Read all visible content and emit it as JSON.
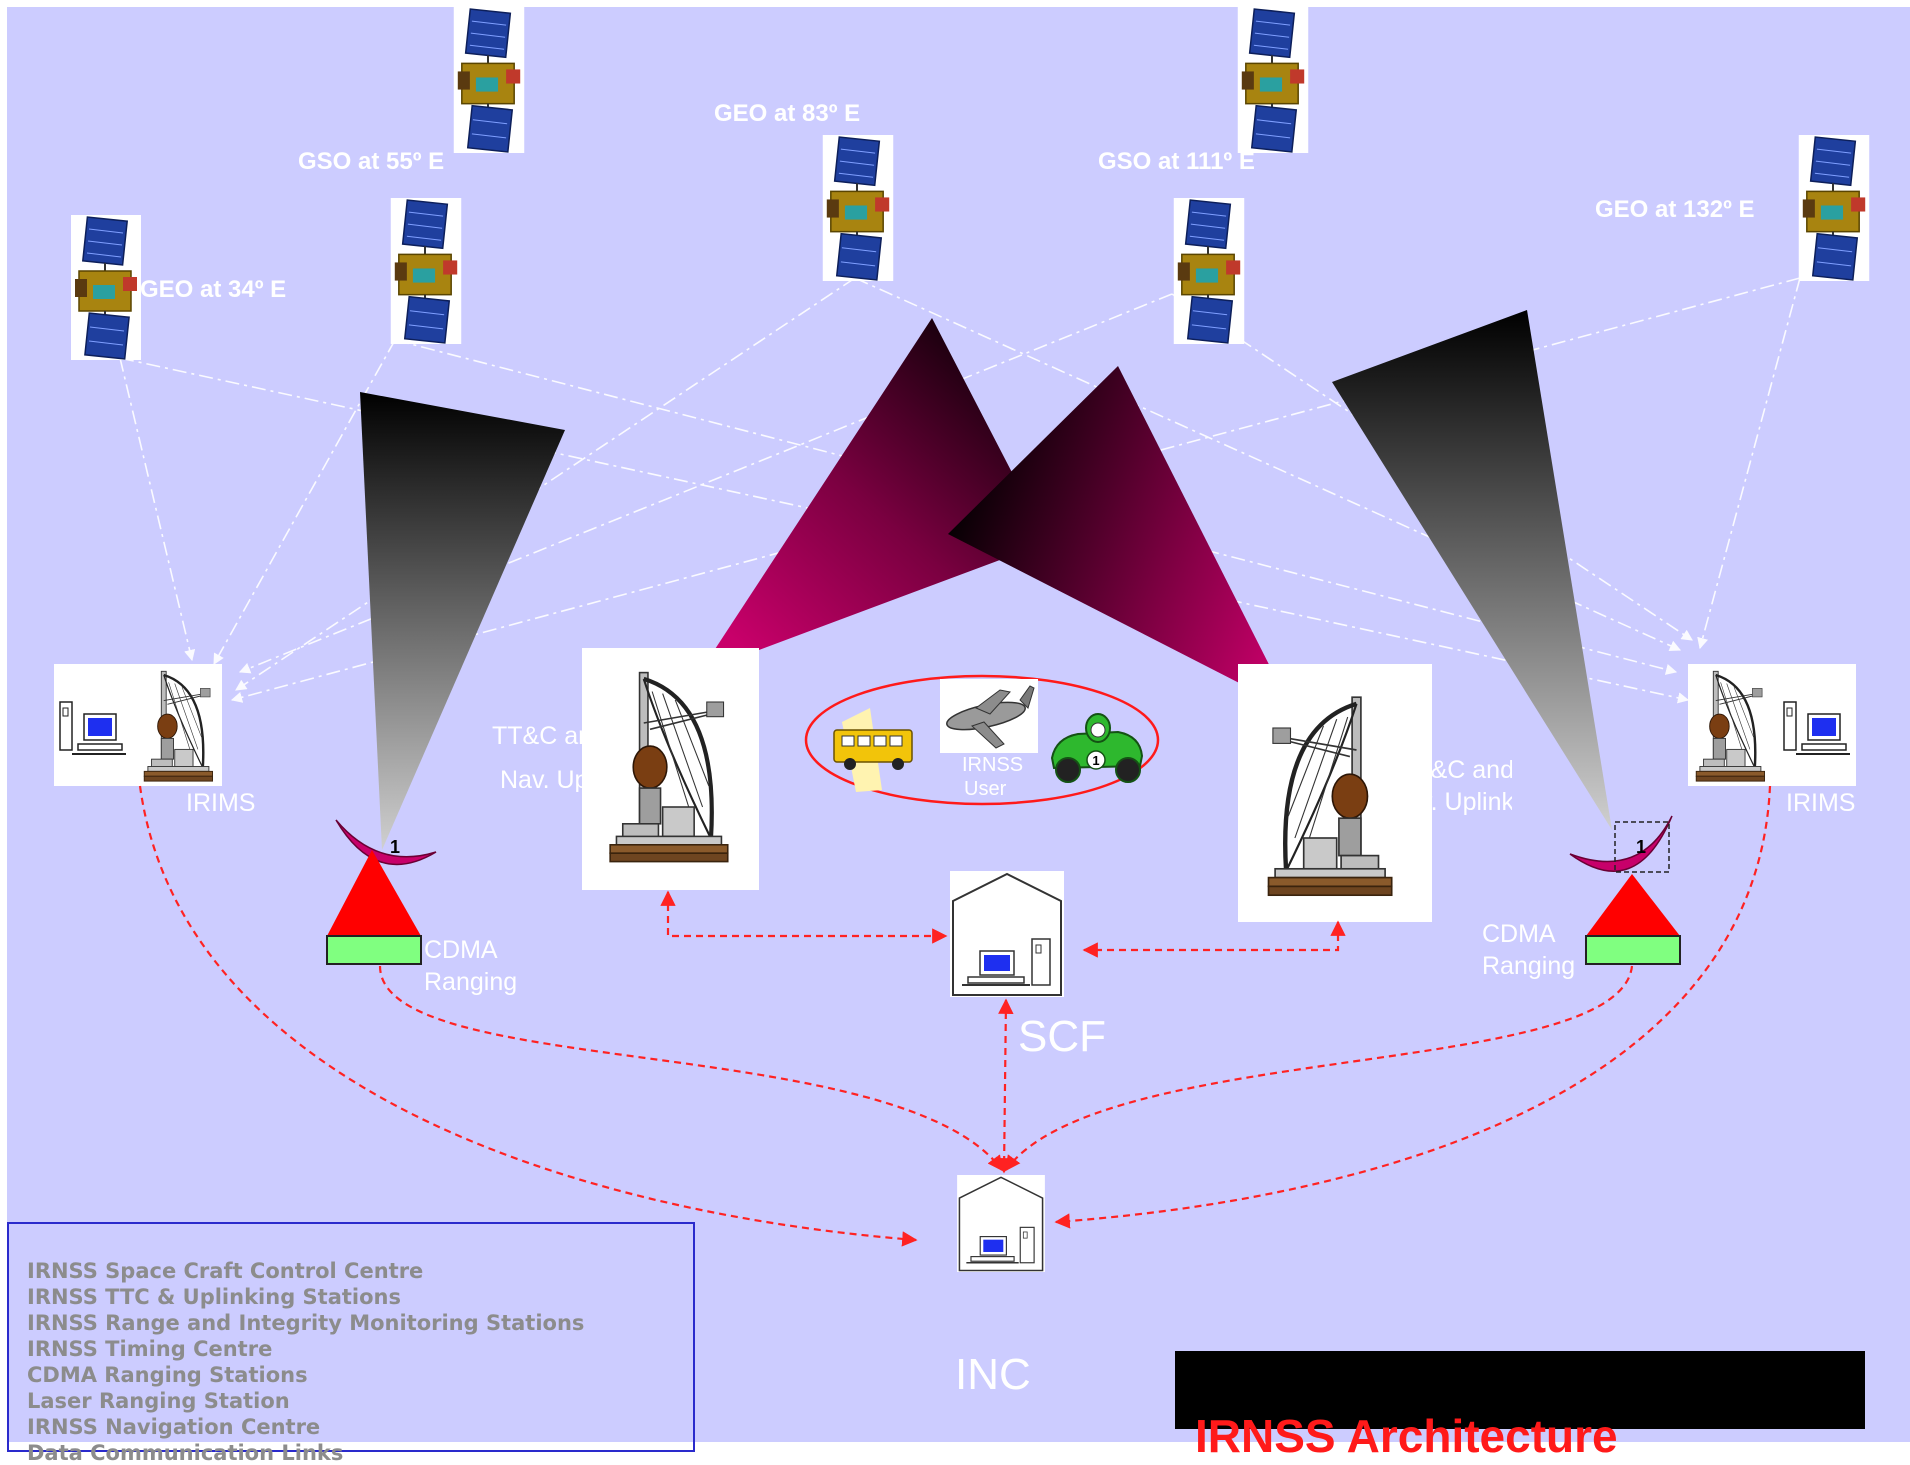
{
  "satellites": {
    "geo34": "GEO at 34º E",
    "gso55": "GSO at 55º E",
    "geo83": "GEO at 83º E",
    "gso111": "GSO at 111º E",
    "geo132": "GEO at 132º E"
  },
  "stations": {
    "ttc_left_line1": "TT&C and",
    "ttc_left_line2": "Nav. Uplink",
    "ttc_right_line1": "TT&C and",
    "ttc_right_line2": "Nav. Uplink",
    "irims_left": "IRIMS",
    "irims_right": "IRIMS",
    "cdma_left_line1": "CDMA",
    "cdma_left_line2": "Ranging",
    "cdma_right_line1": "CDMA",
    "cdma_right_line2": "Ranging",
    "laser_left_number": "1",
    "laser_right_number": "1",
    "scf": "SCF",
    "inc": "INC"
  },
  "users": {
    "line1": "IRNSS",
    "line2": "User",
    "car_number": "1"
  },
  "legend": {
    "items": [
      "IRNSS Space Craft Control Centre",
      "IRNSS TTC & Uplinking Stations",
      "IRNSS Range and Integrity Monitoring Stations",
      "IRNSS Timing Centre",
      "CDMA Ranging Stations",
      "Laser Ranging Station",
      "IRNSS Navigation Centre",
      "Data Communication Links"
    ]
  },
  "title": "IRNSS Architecture",
  "colors": {
    "background": "#ccccff",
    "link_red": "#ff2222",
    "beam_magenta": "#b3005a",
    "title_red": "#ff1a1a"
  }
}
